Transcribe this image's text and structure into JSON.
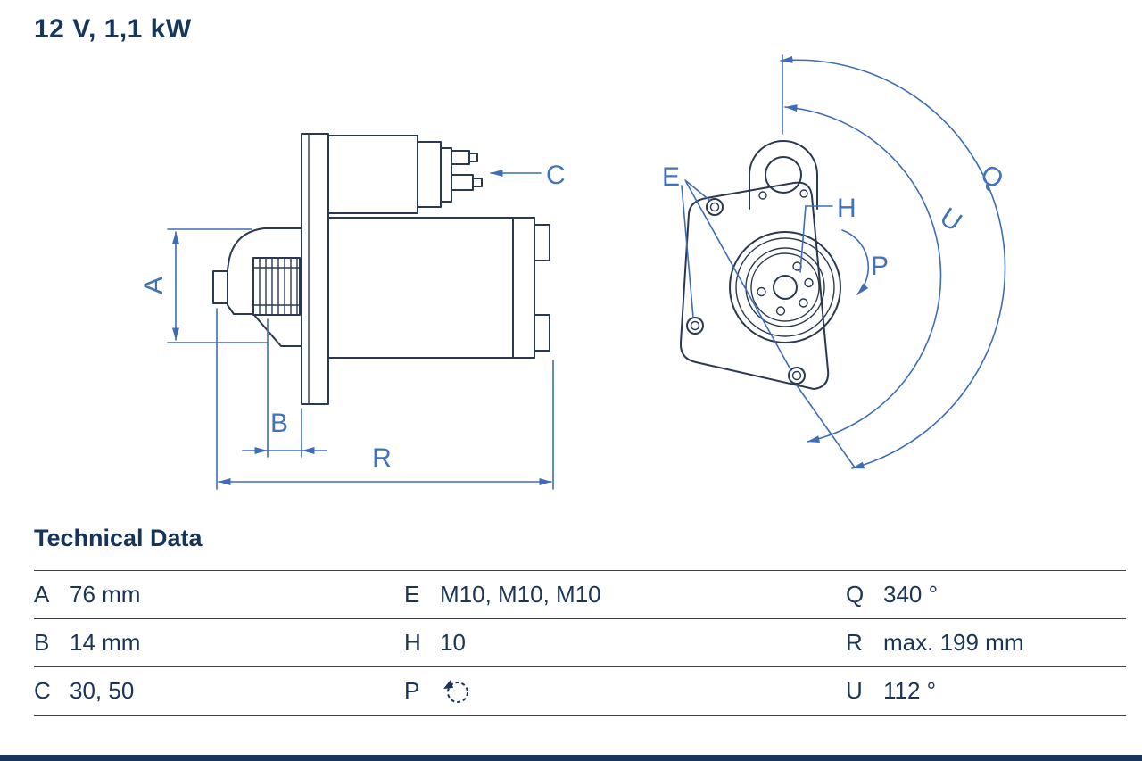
{
  "title": "12 V, 1,1 kW",
  "colors": {
    "outline_navy": "#2a3950",
    "dimension_blue": "#3e6db6",
    "label_blue": "#4272b8",
    "text_navy": "#1c3557"
  },
  "drawing": {
    "description": "starter motor technical drawing, side view and front flange view",
    "labels": {
      "A": "A",
      "B": "B",
      "C": "C",
      "E": "E",
      "H": "H",
      "P": "P",
      "Q": "Q",
      "R": "R",
      "U": "U"
    }
  },
  "technical_data": {
    "heading": "Technical Data",
    "rows": [
      {
        "c1_key": "A",
        "c1_val": "76 mm",
        "c2_key": "E",
        "c2_val": "M10, M10, M10",
        "c3_key": "Q",
        "c3_val": "340 °"
      },
      {
        "c1_key": "B",
        "c1_val": "14 mm",
        "c2_key": "H",
        "c2_val": "10",
        "c3_key": "R",
        "c3_val": "max. 199 mm"
      },
      {
        "c1_key": "C",
        "c1_val": "30, 50",
        "c2_key": "P",
        "c2_val": "",
        "c2_icon": "rotation-direction-icon",
        "c3_key": "U",
        "c3_val": "112 °"
      }
    ]
  }
}
